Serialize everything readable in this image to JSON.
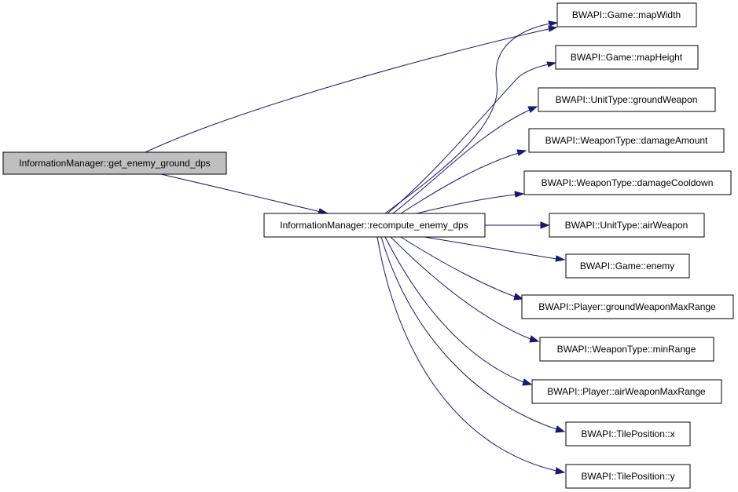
{
  "colors": {
    "edge": "#191970",
    "node_border": "#000000",
    "highlight_fill": "#bfbfbf",
    "node_fill": "#ffffff"
  },
  "nodes": {
    "root": "InformationManager::get_enemy_ground_dps",
    "recompute": "InformationManager::recompute_enemy_dps",
    "map_width": "BWAPI::Game::mapWidth",
    "map_height": "BWAPI::Game::mapHeight",
    "ground_weapon": "BWAPI::UnitType::groundWeapon",
    "damage_amount": "BWAPI::WeaponType::damageAmount",
    "damage_cooldown": "BWAPI::WeaponType::damageCooldown",
    "air_weapon": "BWAPI::UnitType::airWeapon",
    "enemy": "BWAPI::Game::enemy",
    "ground_weapon_max_range": "BWAPI::Player::groundWeaponMaxRange",
    "min_range": "BWAPI::WeaponType::minRange",
    "air_weapon_max_range": "BWAPI::Player::airWeaponMaxRange",
    "tile_x": "BWAPI::TilePosition::x",
    "tile_y": "BWAPI::TilePosition::y"
  },
  "edges": [
    {
      "from": "root",
      "to": "map_width"
    },
    {
      "from": "root",
      "to": "recompute"
    },
    {
      "from": "recompute",
      "to": "map_width"
    },
    {
      "from": "recompute",
      "to": "map_height"
    },
    {
      "from": "recompute",
      "to": "ground_weapon"
    },
    {
      "from": "recompute",
      "to": "damage_amount"
    },
    {
      "from": "recompute",
      "to": "damage_cooldown"
    },
    {
      "from": "recompute",
      "to": "air_weapon"
    },
    {
      "from": "recompute",
      "to": "enemy"
    },
    {
      "from": "recompute",
      "to": "ground_weapon_max_range"
    },
    {
      "from": "recompute",
      "to": "min_range"
    },
    {
      "from": "recompute",
      "to": "air_weapon_max_range"
    },
    {
      "from": "recompute",
      "to": "tile_x"
    },
    {
      "from": "recompute",
      "to": "tile_y"
    }
  ]
}
